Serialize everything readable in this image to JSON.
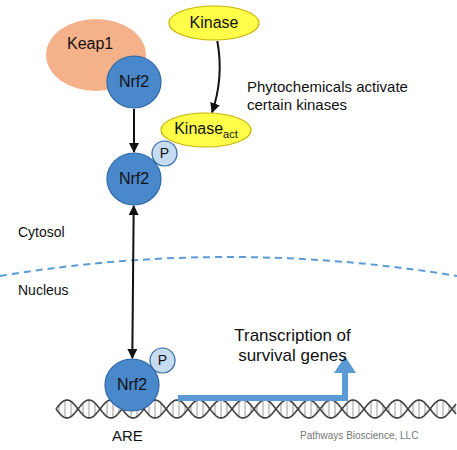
{
  "diagram": {
    "nodes": [
      {
        "text": [
          "Keap1"
        ]
      },
      {
        "text": [
          "Nrf2"
        ]
      },
      {
        "text": [
          "Kinase"
        ]
      },
      {
        "text": [
          "Kinase",
          "act"
        ]
      },
      {
        "text": [
          "Nrf2"
        ]
      },
      {
        "text": [
          "P"
        ]
      },
      {
        "text": [
          "Nrf2"
        ]
      },
      {
        "text": [
          "P"
        ]
      }
    ],
    "edges": [
      {
        "from": 2,
        "to": 3,
        "arrow": "to"
      },
      {
        "from": 1,
        "to": 4,
        "arrow": "to"
      },
      {
        "from": 4,
        "to": 6,
        "arrow": "both"
      }
    ],
    "labels": [
      "Phytochemicals activate certain kinases",
      "Cytosol",
      "Nucleus",
      "Transcription of survival genes",
      "ARE",
      "Pathways Bioscience, LLC"
    ]
  }
}
